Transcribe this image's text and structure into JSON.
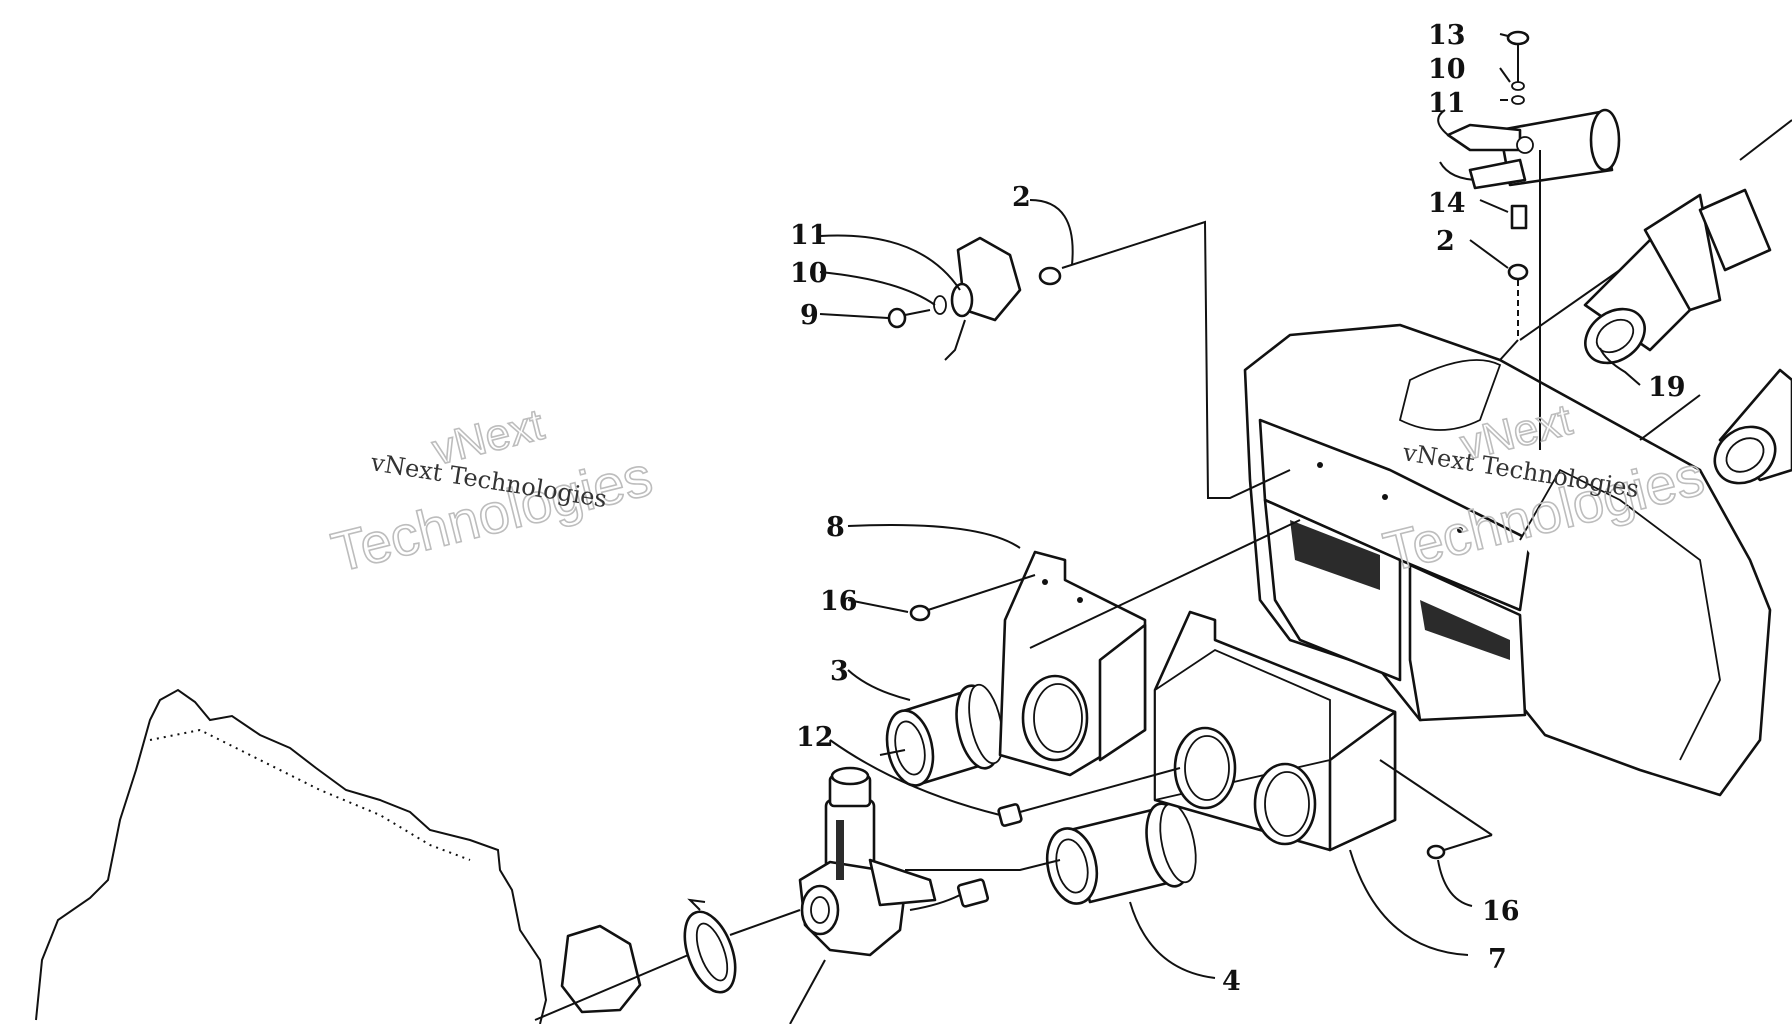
{
  "watermark": {
    "line_serif": "vNext Technologies",
    "outline_top": "vNext",
    "outline_bottom": "Technologies",
    "color": "#bdbdbd"
  },
  "callouts": {
    "c13": "13",
    "c10_top": "10",
    "c11_top": "11",
    "c14": "14",
    "c2_right": "2",
    "c19": "19",
    "c2_left": "2",
    "c11_left": "11",
    "c10_left": "10",
    "c9": "9",
    "c8": "8",
    "c16_left": "16",
    "c3": "3",
    "c12": "12",
    "c16_right": "16",
    "c7": "7",
    "c4": "4"
  }
}
